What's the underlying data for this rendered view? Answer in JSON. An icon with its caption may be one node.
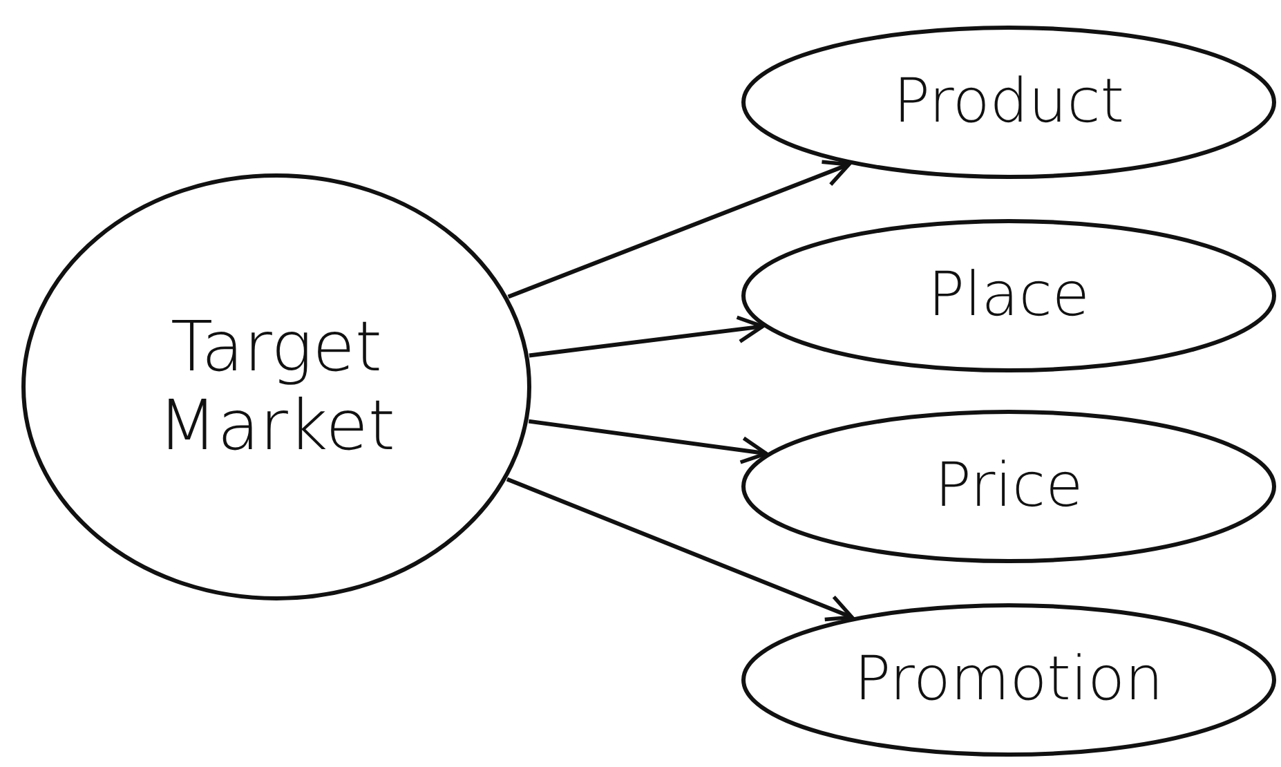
{
  "diagram": {
    "nodes": [
      {
        "text": [
          "Target Market"
        ]
      },
      {
        "text": [
          "Product"
        ]
      },
      {
        "text": [
          "Place"
        ]
      },
      {
        "text": [
          "Price"
        ]
      },
      {
        "text": [
          "Promotion"
        ]
      }
    ],
    "edges": [
      {
        "from": 0,
        "to": 1,
        "arrow": "to"
      },
      {
        "from": 0,
        "to": 2,
        "arrow": "to"
      },
      {
        "from": 0,
        "to": 3,
        "arrow": "to"
      },
      {
        "from": 0,
        "to": 4,
        "arrow": "to"
      }
    ]
  }
}
